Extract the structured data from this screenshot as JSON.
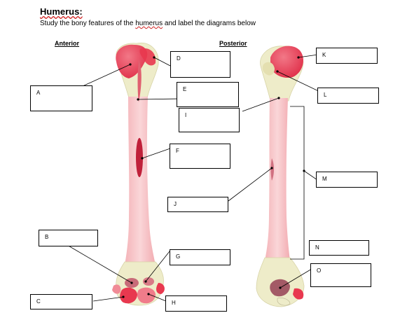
{
  "title": "Humerus:",
  "subtitle_before": "Study the bony features of the ",
  "subtitle_word": "humerus",
  "subtitle_after": " and label the diagrams below",
  "views": {
    "anterior": "Anterior",
    "posterior": "Posterior"
  },
  "labels": {
    "A": "A",
    "B": "B",
    "C": "C",
    "D": "D",
    "E": "E",
    "F": "F",
    "G": "G",
    "H": "H",
    "I": "I",
    "J": "J",
    "K": "K",
    "L": "L",
    "M": "M",
    "N": "N",
    "O": "O"
  },
  "colors": {
    "shaft": "#f6c3c6",
    "shaft_center": "#f0a6ab",
    "bone_end": "#eeecc9",
    "highlight": "#e8384f",
    "dark_highlight": "#c0203a"
  }
}
